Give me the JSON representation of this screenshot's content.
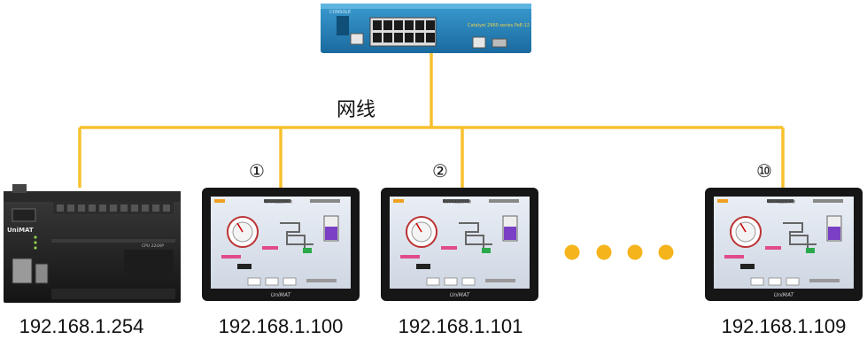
{
  "switch": {
    "label_left": "CONSOLE",
    "label_right": "Catalyst 2960 series PoE-12"
  },
  "cable_label": "网线",
  "plc": {
    "brand": "UniMAT",
    "model": "CPU 224XP"
  },
  "hmi_screen": {
    "title": "电机调速监控系统",
    "brand": "UniMAT"
  },
  "hmis": [
    {
      "number": "①",
      "ip": "192.168.1.100"
    },
    {
      "number": "②",
      "ip": "192.168.1.101"
    },
    {
      "number": "⑩",
      "ip": "192.168.1.109"
    }
  ],
  "plc_ip": "192.168.1.254",
  "colors": {
    "cable": "#F7C12E",
    "dots": "#F5B41C",
    "switch_body": "#1F7FB5"
  }
}
